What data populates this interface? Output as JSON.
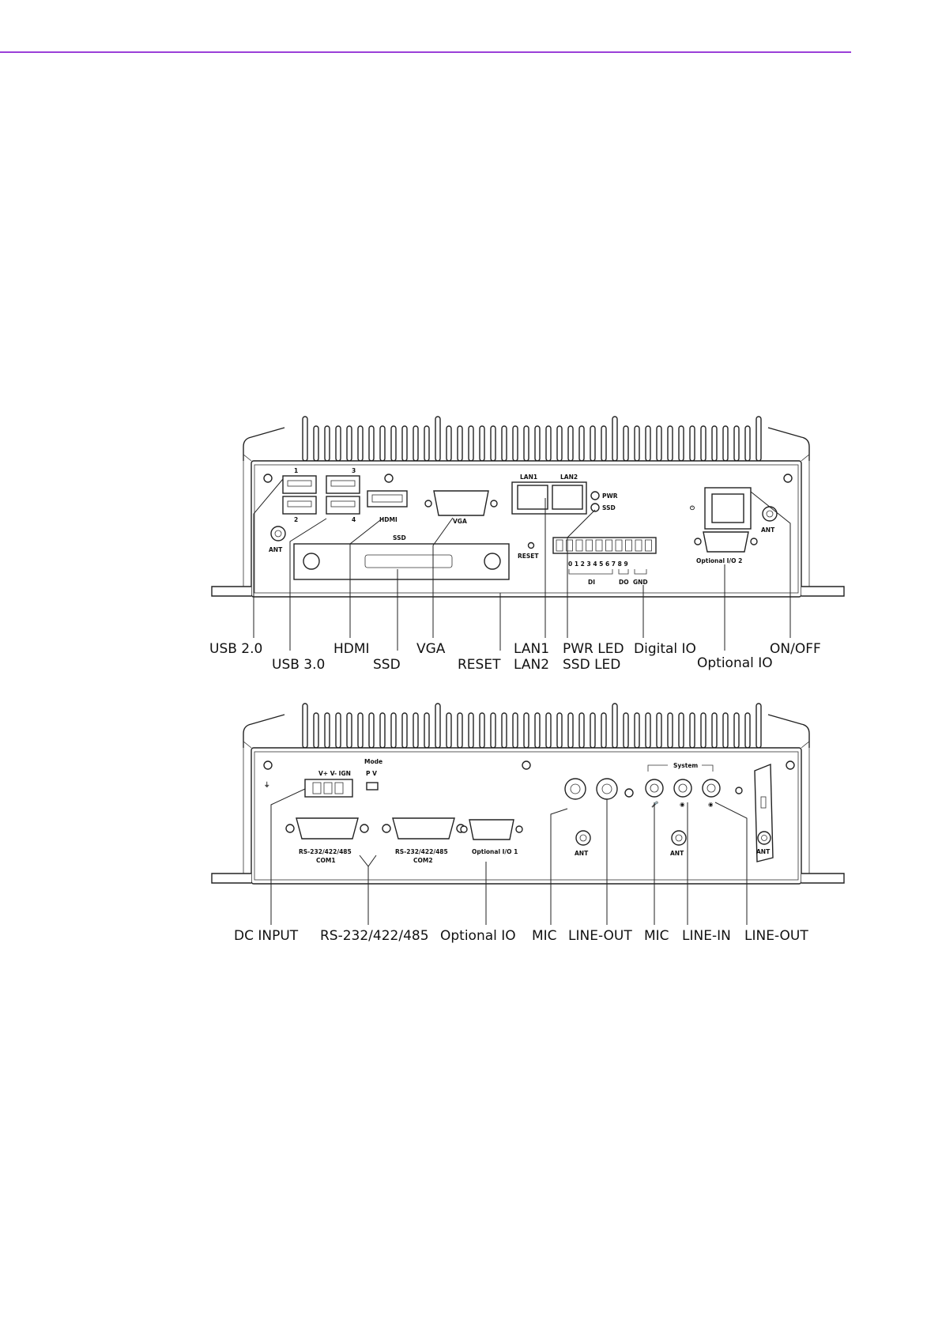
{
  "colors": {
    "accent_rule": "#9b3fd8"
  },
  "front_panel": {
    "port_labels": {
      "usb1": "1",
      "usb3": "3",
      "usb2": "2",
      "usb4": "4",
      "hdmi": "HDMI",
      "vga": "VGA",
      "ssd": "SSD",
      "lan1": "LAN1",
      "lan2": "LAN2",
      "pwr": "PWR",
      "ssd_led": "SSD",
      "reset": "RESET",
      "di_numbers": "0 1 2 3 4 5 6 7 8 9",
      "di": "DI",
      "do": "DO",
      "gnd": "GND",
      "ant": "ANT",
      "optional_io2": "Optional I/O 2"
    },
    "callouts": {
      "usb20": "USB 2.0",
      "usb30": "USB 3.0",
      "hdmi": "HDMI",
      "ssd": "SSD",
      "vga": "VGA",
      "reset": "RESET",
      "lan1": "LAN1",
      "lan2": "LAN2",
      "pwr_led": "PWR LED",
      "ssd_led": "SSD LED",
      "digital_io": "Digital IO",
      "optional_io": "Optional IO",
      "on_off": "ON/OFF"
    }
  },
  "rear_panel": {
    "port_labels": {
      "dc_pins": "V+ V- IGN",
      "mode": "Mode",
      "mode_pv": "P V",
      "com1_type": "RS-232/422/485",
      "com1": "COM1",
      "com2_type": "RS-232/422/485",
      "com2": "COM2",
      "optional_io1": "Optional I/O 1",
      "system": "System",
      "ant1": "ANT",
      "ant2": "ANT",
      "ant3": "ANT"
    },
    "callouts": {
      "dc_input": "DC INPUT",
      "rs232": "RS-232/422/485",
      "optional_io": "Optional IO",
      "mic1": "MIC",
      "line_out1": "LINE-OUT",
      "mic2": "MIC",
      "line_in": "LINE-IN",
      "line_out2": "LINE-OUT"
    }
  }
}
